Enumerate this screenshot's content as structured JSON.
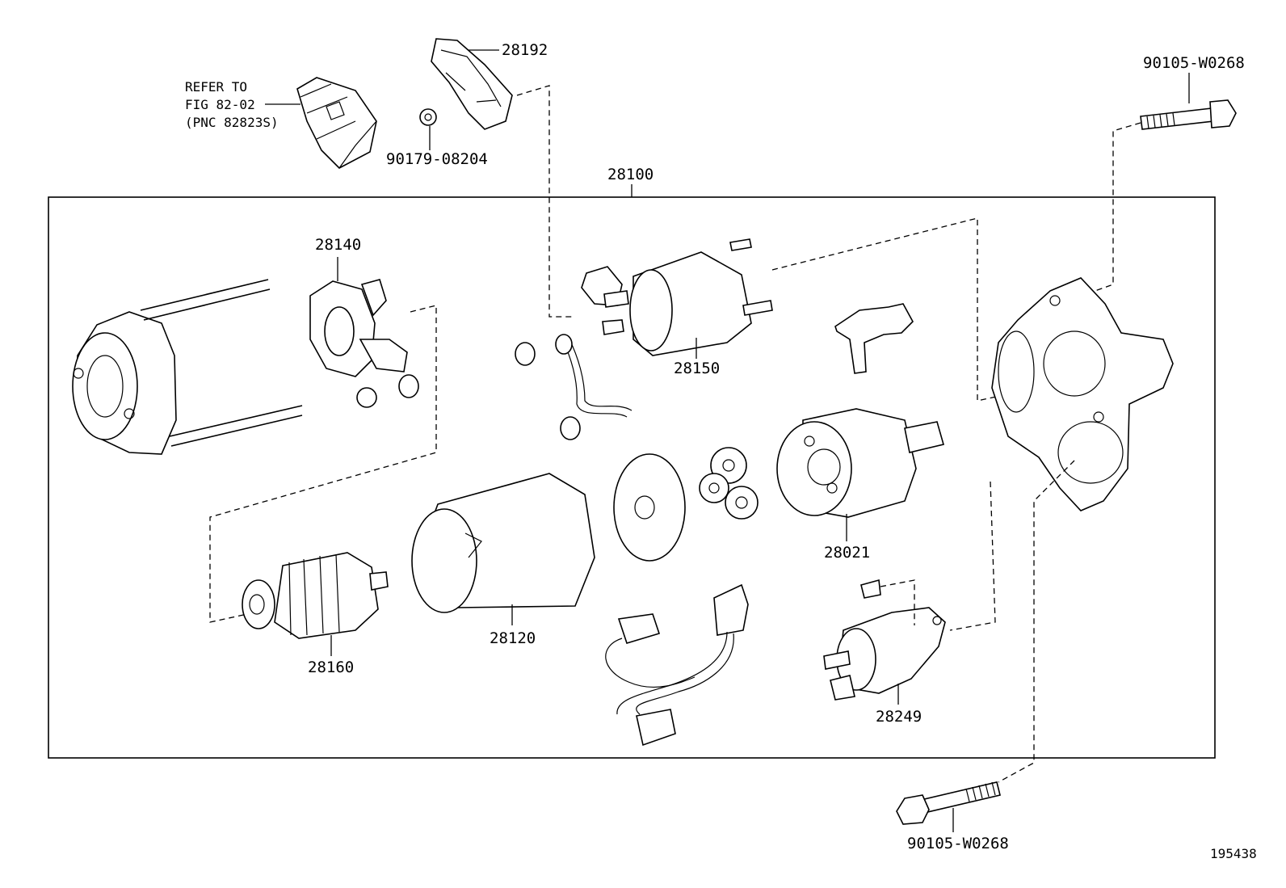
{
  "diagram": {
    "assembly_label": "28100",
    "reference_note": {
      "line1": "REFER TO",
      "line2": "FIG 82-02",
      "line3": "(PNC 82823S)"
    },
    "parts": {
      "p28192": "28192",
      "p90179": "90179-08204",
      "p90105_top": "90105-W0268",
      "p28140": "28140",
      "p28150": "28150",
      "p28021": "28021",
      "p28120": "28120",
      "p28160": "28160",
      "p28249": "28249",
      "p90105_bottom": "90105-W0268"
    },
    "figure_number": "195438"
  }
}
